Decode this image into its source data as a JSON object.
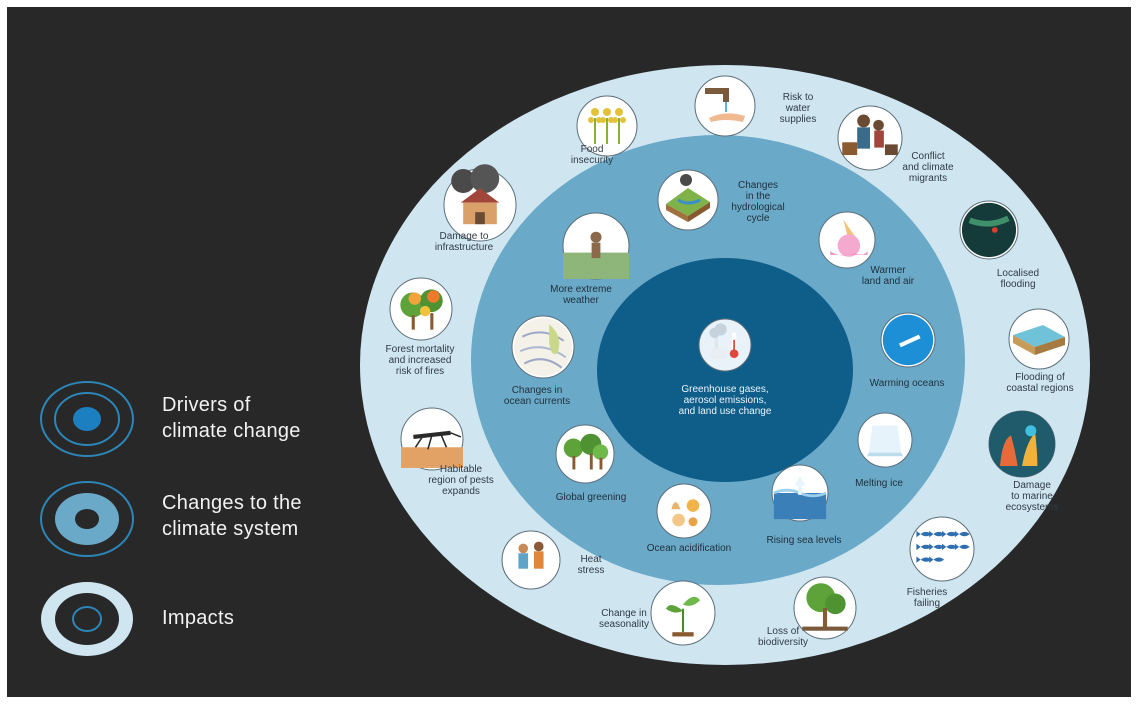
{
  "legend": {
    "drivers": "Drivers of\nclimate change",
    "changes": "Changes to the\nclimate system",
    "impacts": "Impacts"
  },
  "core": {
    "label": [
      "Greenhouse gases,",
      "aerosol emissions,",
      "and land use change"
    ],
    "icon": "factory-thermometer-icon"
  },
  "climate_changes": [
    {
      "id": "hydro",
      "label": [
        "Changes",
        "in the",
        "hydrological",
        "cycle"
      ],
      "icon": "hydrological-cycle-icon"
    },
    {
      "id": "warmer",
      "label": [
        "Warmer",
        "land and air"
      ],
      "icon": "melting-ice-cream-icon"
    },
    {
      "id": "oceans",
      "label": [
        "Warming oceans"
      ],
      "icon": "warm-ocean-boat-icon"
    },
    {
      "id": "ice",
      "label": [
        "Melting ice"
      ],
      "icon": "ice-block-icon"
    },
    {
      "id": "sea",
      "label": [
        "Rising sea levels"
      ],
      "icon": "rising-sea-icon"
    },
    {
      "id": "acid",
      "label": [
        "Ocean acidification"
      ],
      "icon": "seashells-icon"
    },
    {
      "id": "green",
      "label": [
        "Global greening"
      ],
      "icon": "trees-icon"
    },
    {
      "id": "currents",
      "label": [
        "Changes in",
        "ocean currents"
      ],
      "icon": "ocean-currents-map-icon"
    },
    {
      "id": "weather",
      "label": [
        "More extreme",
        "weather"
      ],
      "icon": "storm-person-icon"
    }
  ],
  "impacts": [
    {
      "id": "water",
      "label": [
        "Risk to",
        "water",
        "supplies"
      ],
      "icon": "tap-hand-icon"
    },
    {
      "id": "conflict",
      "label": [
        "Conflict",
        "and climate",
        "migrants"
      ],
      "icon": "migrant-family-icon"
    },
    {
      "id": "localflood",
      "label": [
        "Localised",
        "flooding"
      ],
      "icon": "flooded-street-icon"
    },
    {
      "id": "coastal",
      "label": [
        "Flooding of",
        "coastal regions"
      ],
      "icon": "coastal-flood-icon"
    },
    {
      "id": "marine",
      "label": [
        "Damage",
        "to marine",
        "ecosystems"
      ],
      "icon": "coral-fish-icon"
    },
    {
      "id": "fish",
      "label": [
        "Fisheries",
        "failing"
      ],
      "icon": "fish-school-icon"
    },
    {
      "id": "biodiv",
      "label": [
        "Loss of",
        "biodiversity"
      ],
      "icon": "tree-icon"
    },
    {
      "id": "season",
      "label": [
        "Change in",
        "seasonality"
      ],
      "icon": "sprout-icon"
    },
    {
      "id": "heat",
      "label": [
        "Heat",
        "stress"
      ],
      "icon": "hot-people-icon"
    },
    {
      "id": "pests",
      "label": [
        "Habitable",
        "region of pests",
        "expands"
      ],
      "icon": "mosquito-icon"
    },
    {
      "id": "forest",
      "label": [
        "Forest mortality",
        "and increased",
        "risk of fires"
      ],
      "icon": "burning-trees-icon"
    },
    {
      "id": "infra",
      "label": [
        "Damage to",
        "infrastructure"
      ],
      "icon": "storm-house-icon"
    },
    {
      "id": "food",
      "label": [
        "Food",
        "insecurity"
      ],
      "icon": "wheat-icon"
    }
  ],
  "colors": {
    "background": "#282828",
    "impact_ring": "#cfe6f1",
    "change_ring": "#6aa9c8",
    "core": "#0f5e8a",
    "legend_stroke": "#2c86b8"
  }
}
